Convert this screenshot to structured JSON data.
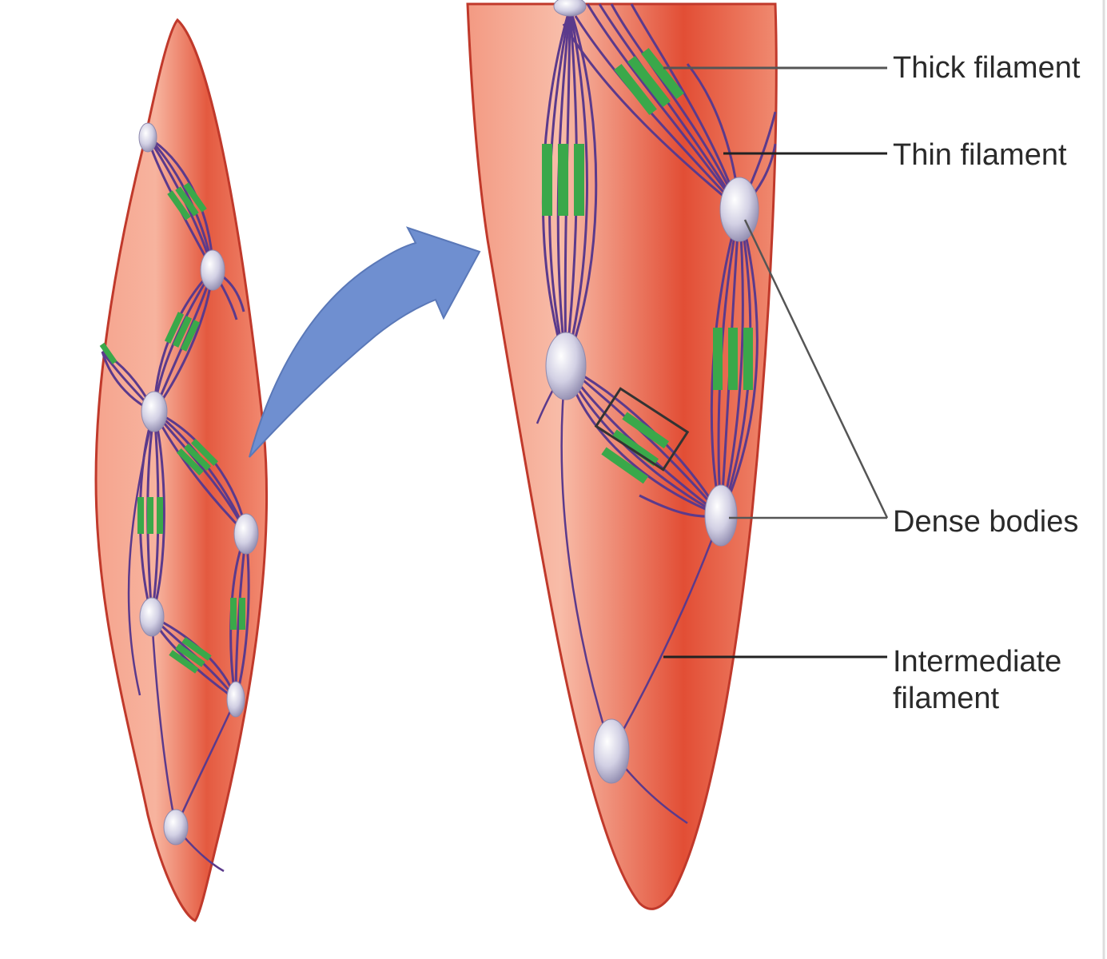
{
  "labels": {
    "thick_filament": "Thick filament",
    "thin_filament": "Thin filament",
    "dense_bodies": "Dense bodies",
    "intermediate_line1": "Intermediate",
    "intermediate_line2": "filament"
  },
  "colors": {
    "cell_fill": "#e8735a",
    "cell_dark": "#d9452f",
    "cell_outline": "#c0392b",
    "filament": "#5b3a8c",
    "thick_filament": "#3aa84a",
    "dense_body": "#c9c6dc",
    "arrow": "#6f8fd0",
    "leader_line": "#555555"
  }
}
